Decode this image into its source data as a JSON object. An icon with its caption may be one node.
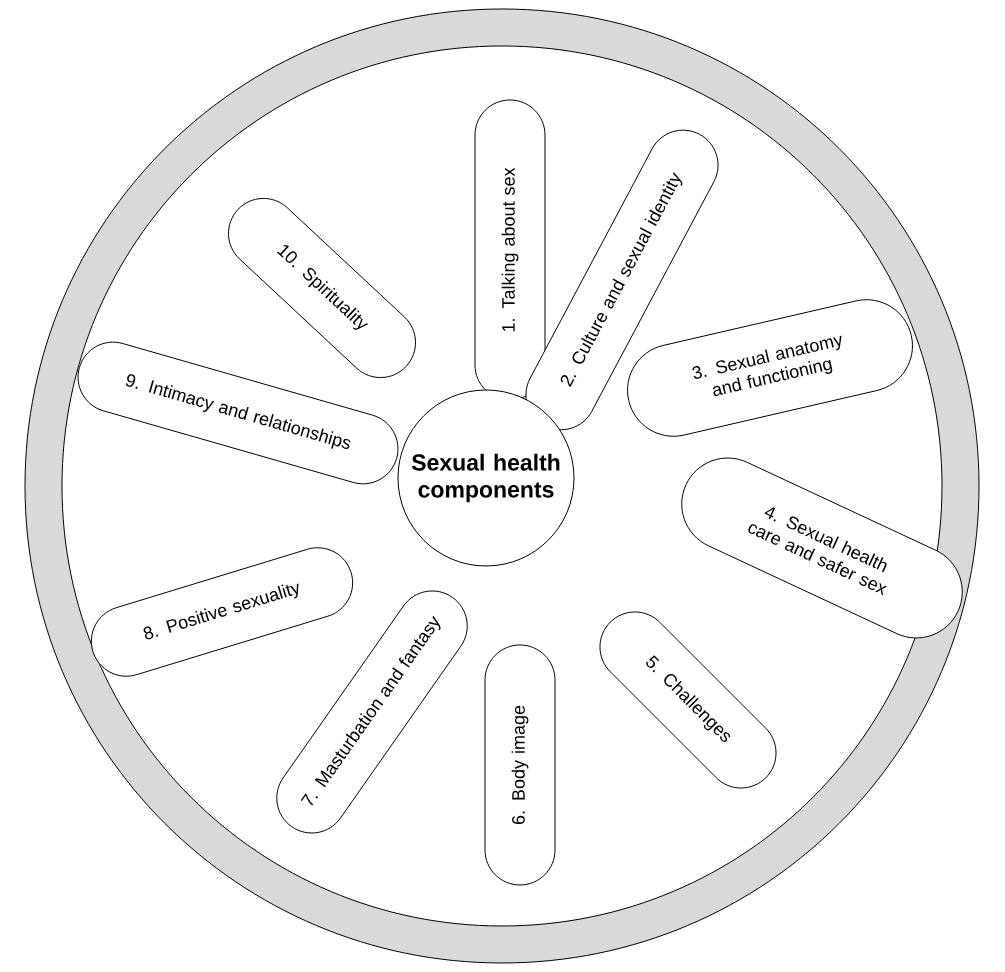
{
  "diagram": {
    "nodes": [
      {
        "text": [
          "Sexual health components"
        ]
      },
      {
        "text": [
          "1. Talking about sex"
        ]
      },
      {
        "text": [
          "2. Culture and sexual identity"
        ]
      },
      {
        "text": [
          "3. Sexual anatomy and functioning"
        ]
      },
      {
        "text": [
          "4. Sexual health care and safer sex"
        ]
      },
      {
        "text": [
          "5. Challenges"
        ]
      },
      {
        "text": [
          "6. Body image"
        ]
      },
      {
        "text": [
          "7. Masturbation and fantasy"
        ]
      },
      {
        "text": [
          "8. Positive sexuality"
        ]
      },
      {
        "text": [
          "9. Intimacy and relationships"
        ]
      },
      {
        "text": [
          "10. Spirituality"
        ]
      }
    ]
  }
}
